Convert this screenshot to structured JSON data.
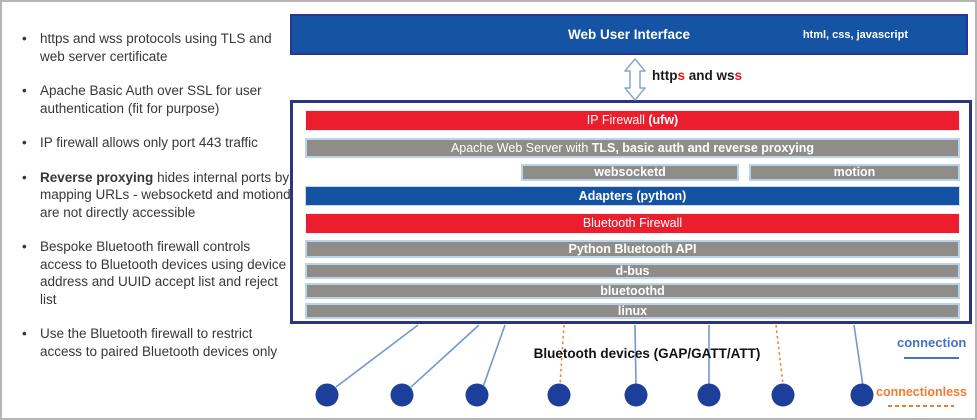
{
  "left_panel": {
    "bullets": [
      {
        "bold": "",
        "rest": "https and wss protocols using TLS and web server certificate"
      },
      {
        "bold": "",
        "rest": "Apache Basic Auth over SSL for user authentication (fit for purpose)"
      },
      {
        "bold": "",
        "rest": "IP firewall allows only port 443 traffic"
      },
      {
        "bold": "Reverse proxying",
        "rest": " hides internal ports by mapping URLs - websocketd and motiond are not directly accessible"
      },
      {
        "bold": "",
        "rest": "Bespoke Bluetooth firewall controls access to Bluetooth devices using device address and UUID accept list and reject list"
      },
      {
        "bold": "",
        "rest": "Use the Bluetooth firewall to restrict access to paired Bluetooth devices only"
      }
    ]
  },
  "web_ui": {
    "title": "Web User Interface",
    "tech": "html, css, javascript"
  },
  "protocol_label": {
    "p1": "http",
    "s1": "s",
    "p2": " and ws",
    "s2": "s"
  },
  "stack": {
    "ip_firewall": {
      "normal": "IP Firewall ",
      "bold": "(ufw)"
    },
    "apache": {
      "normal": "Apache Web Server with ",
      "bold": "TLS, basic auth and reverse proxying"
    },
    "websocketd": "websocketd",
    "motion": "motion",
    "adapters": "Adapters (python)",
    "bluetooth_firewall": "Bluetooth Firewall",
    "python_bluetooth_api": "Python Bluetooth API",
    "dbus": "d-bus",
    "bluetoothd": "bluetoothd",
    "linux": "linux"
  },
  "devices": {
    "label": "Bluetooth devices (GAP/GATT/ATT)",
    "count": 8
  },
  "legend": {
    "connection": "connection",
    "connectionless": "connectionless"
  },
  "colors": {
    "bar_red": "#ec1e2e",
    "bar_blue": "#1453a4",
    "bar_gray": "#908d89",
    "box_border_navy": "#2a357f",
    "connection_line_blue": "#6f9ad0",
    "connectionless_orange": "#ed7d31",
    "device_dot_blue": "#1d3f9c",
    "legend_text_blue": "#4472c4",
    "red_s_accent": "#e11a23"
  }
}
